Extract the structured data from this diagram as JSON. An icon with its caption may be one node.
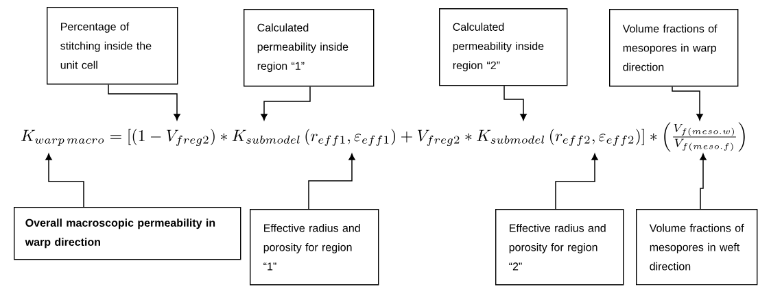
{
  "diagram": {
    "nodes": [
      {
        "text": [
          "Percentage of stitching inside the unit cell"
        ]
      },
      {
        "text": [
          "Calculated permeability inside region “1”"
        ]
      },
      {
        "text": [
          "Calculated permeability inside region “2”"
        ]
      },
      {
        "text": [
          "Volume fractions of mesopores in warp direction"
        ]
      },
      {
        "text": [
          "K_{warp\\,macro} = \\left[\\left(1 - V_{freg2}\\right) * K_{submodel}\\left(r_{eff1}, \\varepsilon_{eff1}\\right) + V_{freg2} * K_{submodel}\\left(r_{eff2}, \\varepsilon_{eff2}\\right)\\right] * \\left(\\frac{V_{f(meso.w)}}{V_{f(meso.f)}}\\right)"
        ]
      },
      {
        "text": [
          "Overall macroscopic permeability in warp direction"
        ]
      },
      {
        "text": [
          "Effective radius and porosity for region “1”"
        ]
      },
      {
        "text": [
          "Effective radius and porosity for region “2”"
        ]
      },
      {
        "text": [
          "Volume fractions of mesopores in weft direction"
        ]
      }
    ],
    "edges": [
      {
        "from": 0,
        "to": 4,
        "arrow": "to"
      },
      {
        "from": 1,
        "to": 4,
        "arrow": "to"
      },
      {
        "from": 2,
        "to": 4,
        "arrow": "to"
      },
      {
        "from": 3,
        "to": 4,
        "arrow": "to"
      },
      {
        "from": 5,
        "to": 4,
        "arrow": "to"
      },
      {
        "from": 6,
        "to": 4,
        "arrow": "to"
      },
      {
        "from": 7,
        "to": 4,
        "arrow": "to"
      },
      {
        "from": 8,
        "to": 4,
        "arrow": "to"
      }
    ]
  }
}
